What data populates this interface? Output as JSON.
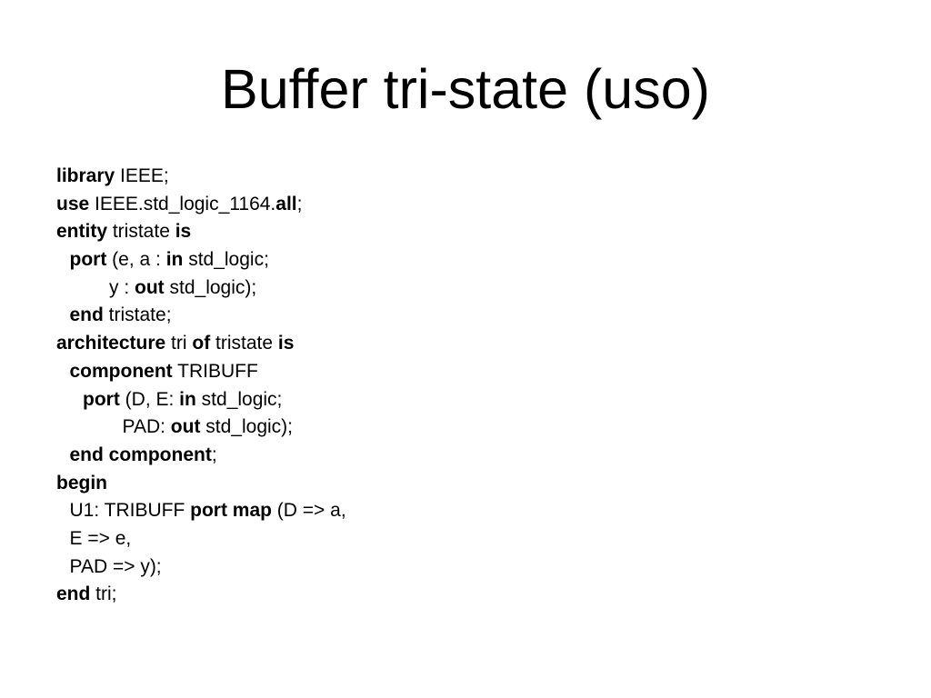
{
  "slide": {
    "title": "Buffer tri-state (uso)",
    "text_color": "#000000",
    "background_color": "#ffffff",
    "code_lines": [
      {
        "indent": 0,
        "segments": [
          {
            "text": "library",
            "bold": true
          },
          {
            "text": " IEEE;",
            "bold": false
          }
        ]
      },
      {
        "indent": 0,
        "segments": [
          {
            "text": "use",
            "bold": true
          },
          {
            "text": " IEEE.std_logic_1164.",
            "bold": false
          },
          {
            "text": "all",
            "bold": true
          },
          {
            "text": ";",
            "bold": false
          }
        ]
      },
      {
        "indent": 0,
        "segments": [
          {
            "text": "entity",
            "bold": true
          },
          {
            "text": " tristate ",
            "bold": false
          },
          {
            "text": "is",
            "bold": true
          }
        ]
      },
      {
        "indent": 1,
        "segments": [
          {
            "text": "port",
            "bold": true
          },
          {
            "text": " (e, a : ",
            "bold": false
          },
          {
            "text": "in",
            "bold": true
          },
          {
            "text": " std_logic;",
            "bold": false
          }
        ]
      },
      {
        "indent": 4,
        "segments": [
          {
            "text": "y : ",
            "bold": false
          },
          {
            "text": "out",
            "bold": true
          },
          {
            "text": " std_logic);",
            "bold": false
          }
        ]
      },
      {
        "indent": 1,
        "segments": [
          {
            "text": "end",
            "bold": true
          },
          {
            "text": " tristate;",
            "bold": false
          }
        ]
      },
      {
        "indent": 0,
        "segments": [
          {
            "text": "architecture",
            "bold": true
          },
          {
            "text": " tri ",
            "bold": false
          },
          {
            "text": "of",
            "bold": true
          },
          {
            "text": " tristate ",
            "bold": false
          },
          {
            "text": "is",
            "bold": true
          }
        ]
      },
      {
        "indent": 1,
        "segments": [
          {
            "text": "component",
            "bold": true
          },
          {
            "text": " TRIBUFF",
            "bold": false
          }
        ]
      },
      {
        "indent": 2,
        "segments": [
          {
            "text": "port",
            "bold": true
          },
          {
            "text": " (D, E: ",
            "bold": false
          },
          {
            "text": "in",
            "bold": true
          },
          {
            "text": " std_logic;",
            "bold": false
          }
        ]
      },
      {
        "indent": 5,
        "segments": [
          {
            "text": "PAD: ",
            "bold": false
          },
          {
            "text": "out",
            "bold": true
          },
          {
            "text": " std_logic);",
            "bold": false
          }
        ]
      },
      {
        "indent": 1,
        "segments": [
          {
            "text": "end component",
            "bold": true
          },
          {
            "text": ";",
            "bold": false
          }
        ]
      },
      {
        "indent": 0,
        "segments": [
          {
            "text": "begin",
            "bold": true
          }
        ]
      },
      {
        "indent": 1,
        "segments": [
          {
            "text": "U1: TRIBUFF ",
            "bold": false
          },
          {
            "text": "port map",
            "bold": true
          },
          {
            "text": " (D => a,",
            "bold": false
          }
        ]
      },
      {
        "indent": 1,
        "segments": [
          {
            "text": "E => e,",
            "bold": false
          }
        ]
      },
      {
        "indent": 1,
        "segments": [
          {
            "text": "PAD => y);",
            "bold": false
          }
        ]
      },
      {
        "indent": 0,
        "segments": [
          {
            "text": "end",
            "bold": true
          },
          {
            "text": " tri;",
            "bold": false
          }
        ]
      }
    ]
  }
}
